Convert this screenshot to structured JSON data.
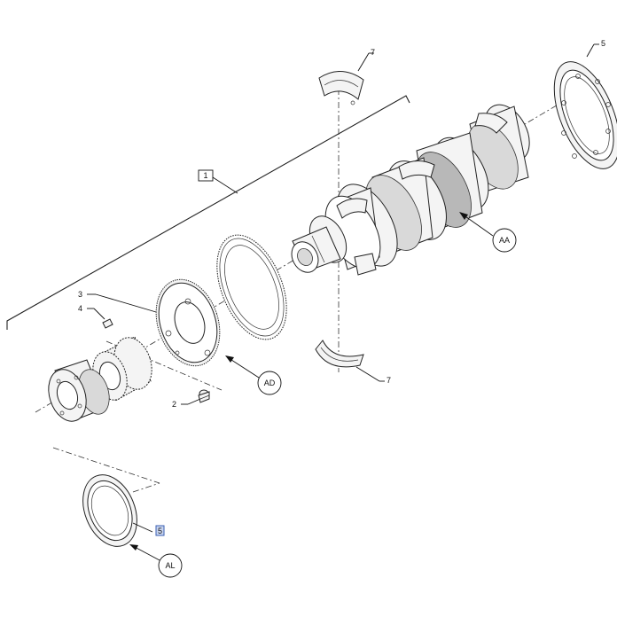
{
  "callouts": {
    "group_1": "1",
    "gear_small": "2",
    "flywheel_gear": "3",
    "pin": "4",
    "seal_rear": "5",
    "seal_front": "5",
    "bearing_top": "7",
    "bearing_bottom": "7"
  },
  "references": {
    "crankshaft": "AA",
    "gear_assembly": "AD",
    "front_seal": "AL"
  },
  "colors": {
    "line": "#222222",
    "highlight_box": "#3a5fb0",
    "highlight_fill": "#c9d6f2"
  }
}
